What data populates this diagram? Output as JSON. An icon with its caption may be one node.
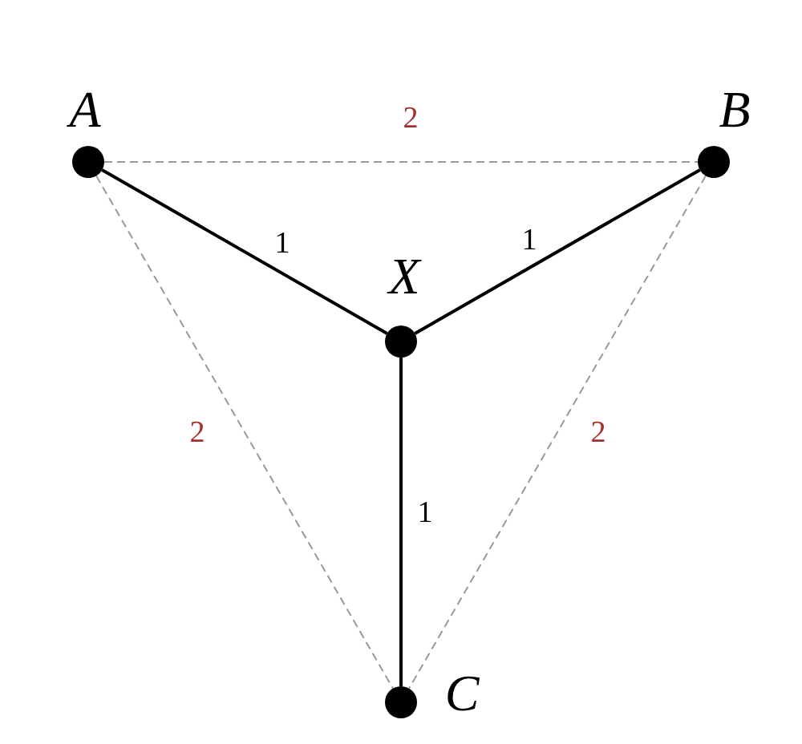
{
  "diagram": {
    "nodes": [
      {
        "text": [
          "A"
        ]
      },
      {
        "text": [
          "B"
        ]
      },
      {
        "text": [
          "X"
        ]
      },
      {
        "text": [
          "C"
        ]
      }
    ],
    "edges": [
      {
        "from": 0,
        "to": 1,
        "arrow": "none",
        "label": "2",
        "style": "dashed",
        "color": "#999999"
      },
      {
        "from": 0,
        "to": 2,
        "arrow": "none",
        "label": "1",
        "color": "#000000"
      },
      {
        "from": 1,
        "to": 2,
        "arrow": "none",
        "label": "1",
        "color": "#000000"
      },
      {
        "from": 0,
        "to": 3,
        "arrow": "none",
        "label": "2",
        "style": "dashed",
        "color": "#999999"
      },
      {
        "from": 1,
        "to": 3,
        "arrow": "none",
        "label": "2",
        "style": "dashed",
        "color": "#999999"
      },
      {
        "from": 2,
        "to": 3,
        "arrow": "none",
        "label": "1",
        "color": "#000000"
      }
    ]
  }
}
